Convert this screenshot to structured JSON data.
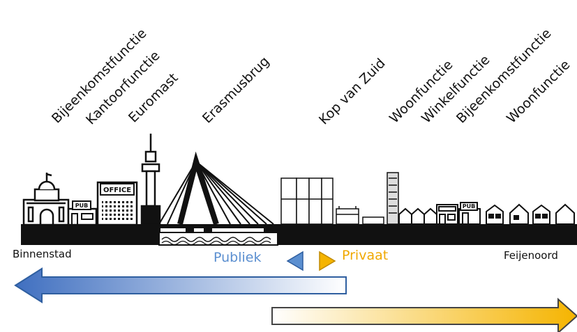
{
  "labels": {
    "l1": "Bijeenkomstfunctie",
    "l2": "Kantoorfunctie",
    "l3": "Euromast",
    "l4": "Erasmusbrug",
    "l5": "Kop van Zuid",
    "l6": "Woonfunctie",
    "l7": "Winkelfunctie",
    "l8": "Bijeenkomstfunctie",
    "l9": "Woonfunctie"
  },
  "signs": {
    "pub1": "PUB",
    "office": "OFFICE",
    "pub2": "PUB"
  },
  "places": {
    "left": "Binnenstad",
    "right": "Feijenoord"
  },
  "axis": {
    "public": "Publiek",
    "private": "Privaat"
  },
  "colors": {
    "public": "#5b8fd0",
    "private": "#f0a800",
    "publicArrow": "#3f6fc0",
    "privateArrow": "#f5b400"
  }
}
